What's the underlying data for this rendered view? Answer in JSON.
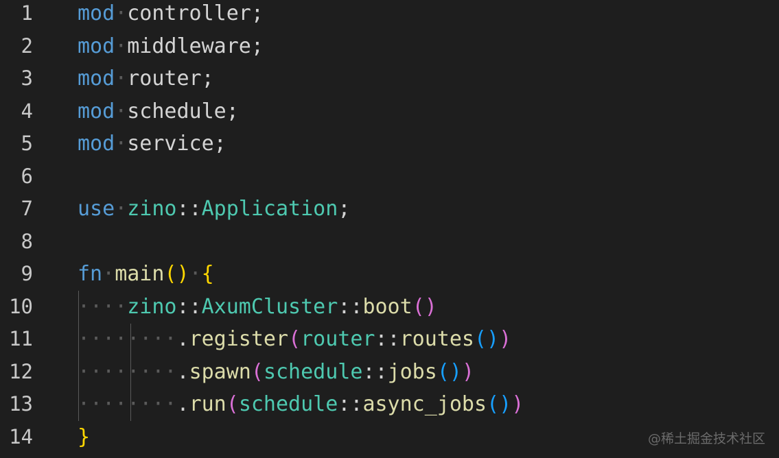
{
  "editor": {
    "colors": {
      "background": "#1e1e1e",
      "line_number": "#c8c8c8",
      "keyword": "#569cd6",
      "text": "#d4d4d4",
      "namespace": "#4ec9b0",
      "function": "#dcdcaa",
      "bracket_gold": "#ffd700",
      "bracket_pink": "#da70d6",
      "bracket_blue": "#179fff",
      "whitespace": "#5a5a5a"
    },
    "lines": [
      {
        "number": "1",
        "tokens": [
          {
            "text": "mod",
            "color": "#569cd6"
          },
          {
            "text": "·",
            "color": "#5a5a5a"
          },
          {
            "text": "controller;",
            "color": "#d4d4d4"
          }
        ]
      },
      {
        "number": "2",
        "tokens": [
          {
            "text": "mod",
            "color": "#569cd6"
          },
          {
            "text": "·",
            "color": "#5a5a5a"
          },
          {
            "text": "middleware;",
            "color": "#d4d4d4"
          }
        ]
      },
      {
        "number": "3",
        "tokens": [
          {
            "text": "mod",
            "color": "#569cd6"
          },
          {
            "text": "·",
            "color": "#5a5a5a"
          },
          {
            "text": "router;",
            "color": "#d4d4d4"
          }
        ]
      },
      {
        "number": "4",
        "tokens": [
          {
            "text": "mod",
            "color": "#569cd6"
          },
          {
            "text": "·",
            "color": "#5a5a5a"
          },
          {
            "text": "schedule;",
            "color": "#d4d4d4"
          }
        ]
      },
      {
        "number": "5",
        "tokens": [
          {
            "text": "mod",
            "color": "#569cd6"
          },
          {
            "text": "·",
            "color": "#5a5a5a"
          },
          {
            "text": "service;",
            "color": "#d4d4d4"
          }
        ]
      },
      {
        "number": "6",
        "tokens": []
      },
      {
        "number": "7",
        "tokens": [
          {
            "text": "use",
            "color": "#569cd6"
          },
          {
            "text": "·",
            "color": "#5a5a5a"
          },
          {
            "text": "zino",
            "color": "#4ec9b0"
          },
          {
            "text": "::",
            "color": "#d4d4d4"
          },
          {
            "text": "Application",
            "color": "#4ec9b0"
          },
          {
            "text": ";",
            "color": "#d4d4d4"
          }
        ]
      },
      {
        "number": "8",
        "tokens": []
      },
      {
        "number": "9",
        "tokens": [
          {
            "text": "fn",
            "color": "#569cd6"
          },
          {
            "text": "·",
            "color": "#5a5a5a"
          },
          {
            "text": "main",
            "color": "#dcdcaa"
          },
          {
            "text": "()",
            "color": "#ffd700"
          },
          {
            "text": "·",
            "color": "#5a5a5a"
          },
          {
            "text": "{",
            "color": "#ffd700"
          }
        ]
      },
      {
        "number": "10",
        "tokens": [
          {
            "text": "····",
            "color": "#5a5a5a"
          },
          {
            "text": "zino",
            "color": "#4ec9b0"
          },
          {
            "text": "::",
            "color": "#d4d4d4"
          },
          {
            "text": "AxumCluster",
            "color": "#4ec9b0"
          },
          {
            "text": "::",
            "color": "#d4d4d4"
          },
          {
            "text": "boot",
            "color": "#dcdcaa"
          },
          {
            "text": "()",
            "color": "#da70d6"
          }
        ]
      },
      {
        "number": "11",
        "tokens": [
          {
            "text": "········",
            "color": "#5a5a5a"
          },
          {
            "text": ".",
            "color": "#d4d4d4"
          },
          {
            "text": "register",
            "color": "#dcdcaa"
          },
          {
            "text": "(",
            "color": "#da70d6"
          },
          {
            "text": "router",
            "color": "#4ec9b0"
          },
          {
            "text": "::",
            "color": "#d4d4d4"
          },
          {
            "text": "routes",
            "color": "#dcdcaa"
          },
          {
            "text": "()",
            "color": "#179fff"
          },
          {
            "text": ")",
            "color": "#da70d6"
          }
        ]
      },
      {
        "number": "12",
        "tokens": [
          {
            "text": "········",
            "color": "#5a5a5a"
          },
          {
            "text": ".",
            "color": "#d4d4d4"
          },
          {
            "text": "spawn",
            "color": "#dcdcaa"
          },
          {
            "text": "(",
            "color": "#da70d6"
          },
          {
            "text": "schedule",
            "color": "#4ec9b0"
          },
          {
            "text": "::",
            "color": "#d4d4d4"
          },
          {
            "text": "jobs",
            "color": "#dcdcaa"
          },
          {
            "text": "()",
            "color": "#179fff"
          },
          {
            "text": ")",
            "color": "#da70d6"
          }
        ]
      },
      {
        "number": "13",
        "tokens": [
          {
            "text": "········",
            "color": "#5a5a5a"
          },
          {
            "text": ".",
            "color": "#d4d4d4"
          },
          {
            "text": "run",
            "color": "#dcdcaa"
          },
          {
            "text": "(",
            "color": "#da70d6"
          },
          {
            "text": "schedule",
            "color": "#4ec9b0"
          },
          {
            "text": "::",
            "color": "#d4d4d4"
          },
          {
            "text": "async_jobs",
            "color": "#dcdcaa"
          },
          {
            "text": "()",
            "color": "#179fff"
          },
          {
            "text": ")",
            "color": "#da70d6"
          }
        ]
      },
      {
        "number": "14",
        "tokens": [
          {
            "text": "}",
            "color": "#ffd700"
          }
        ]
      }
    ]
  },
  "watermark": "@稀土掘金技术社区"
}
